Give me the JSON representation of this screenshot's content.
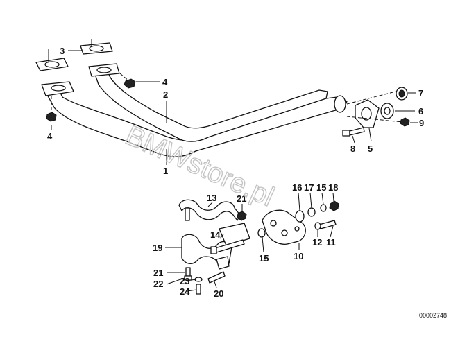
{
  "watermark": "BMWstore.pl",
  "diagram_code": "00002748",
  "callouts": [
    "1",
    "2",
    "3",
    "4",
    "4",
    "5",
    "6",
    "7",
    "8",
    "9",
    "10",
    "11",
    "12",
    "13",
    "14",
    "15",
    "15",
    "16",
    "17",
    "18",
    "19",
    "20",
    "21",
    "21",
    "22",
    "23",
    "24"
  ]
}
